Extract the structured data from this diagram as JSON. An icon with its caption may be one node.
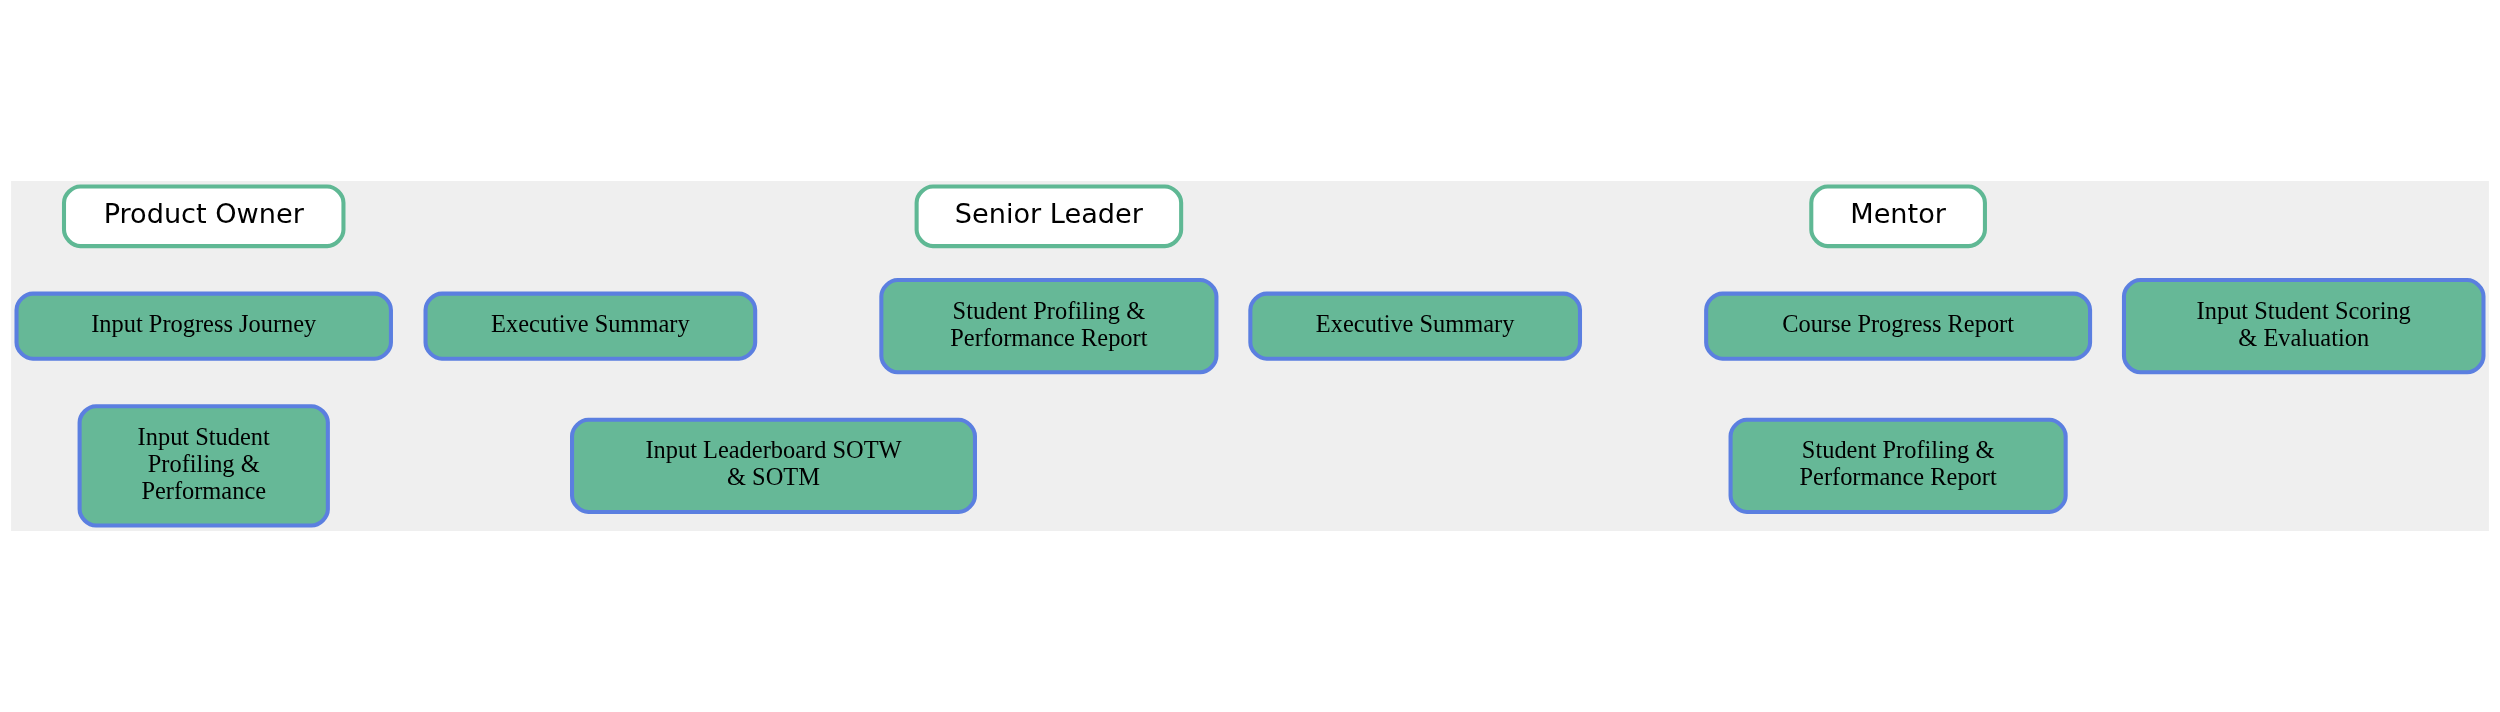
{
  "diagram": {
    "nodes": [
      {
        "text": [
          "Product Owner"
        ]
      },
      {
        "text": [
          "Senior Leader"
        ]
      },
      {
        "text": [
          "Mentor"
        ]
      },
      {
        "text": [
          "Input Progress Journey"
        ]
      },
      {
        "text": [
          "Executive Summary"
        ]
      },
      {
        "text": [
          "Input Student Profiling & Performance"
        ]
      },
      {
        "text": [
          "Input Leaderboard SOTW & SOTM"
        ]
      },
      {
        "text": [
          "Student Profiling & Performance Report"
        ]
      },
      {
        "text": [
          "Executive Summary"
        ]
      },
      {
        "text": [
          "Course Progress Report"
        ]
      },
      {
        "text": [
          "Input Student Scoring & Evaluation"
        ]
      },
      {
        "text": [
          "Student Profiling & Performance Report"
        ]
      }
    ],
    "edges": []
  }
}
